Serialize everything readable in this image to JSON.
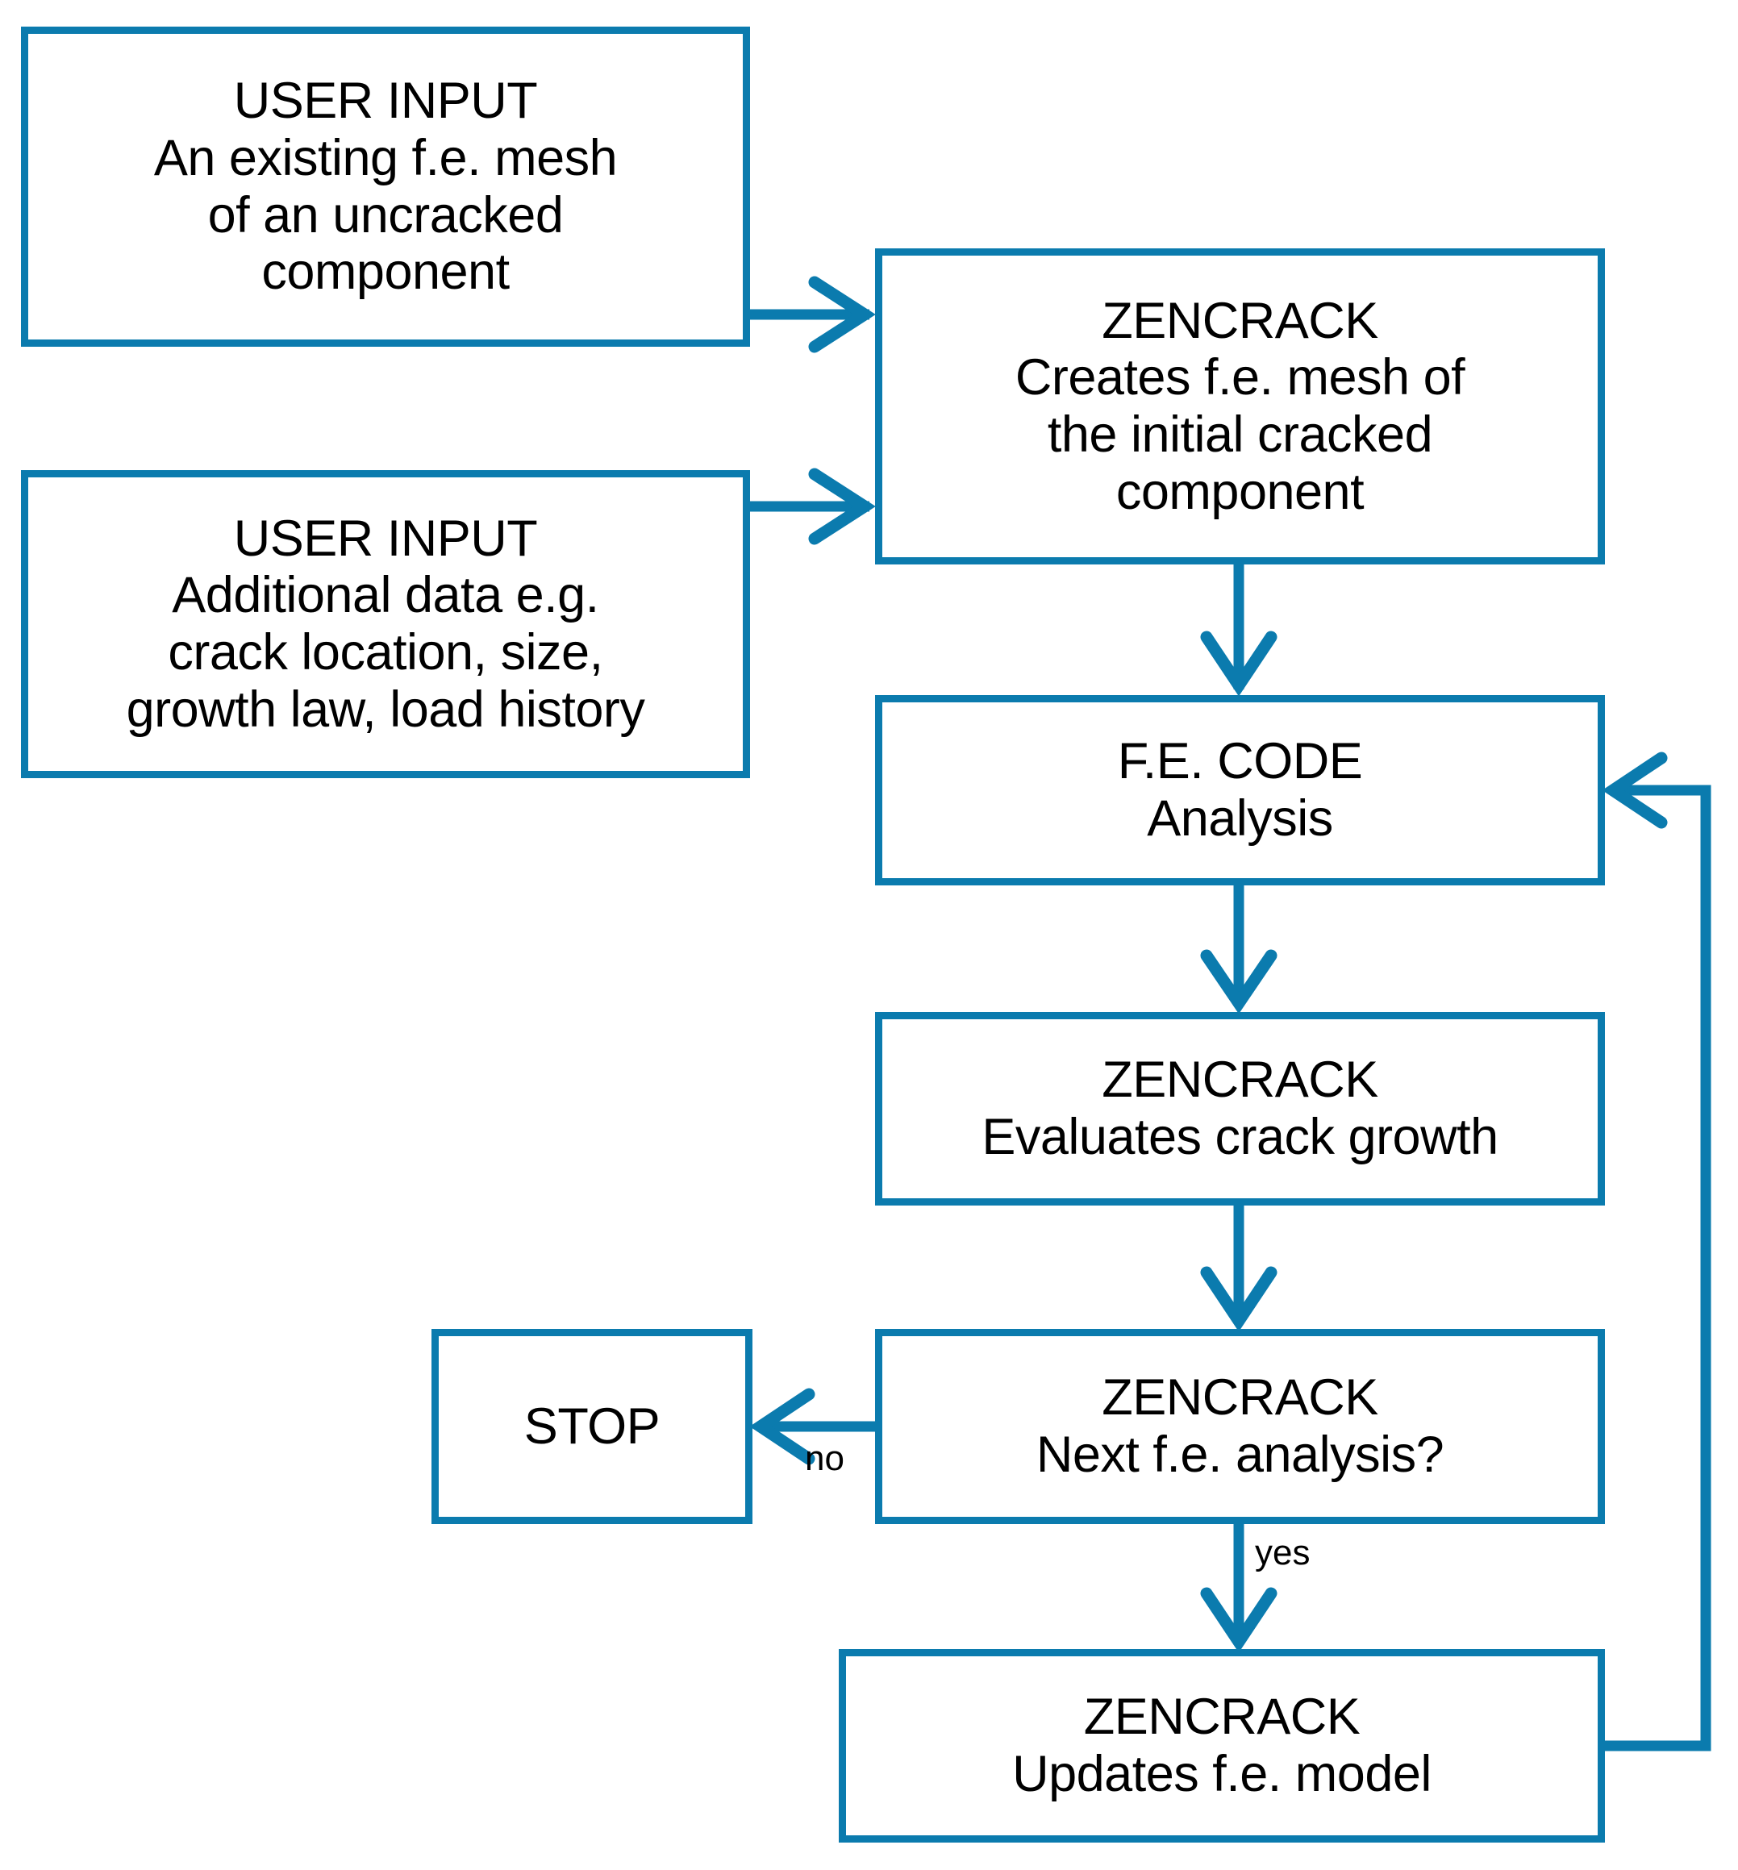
{
  "diagram": {
    "title": "Zencrack crack growth analysis workflow",
    "accent_color": "#0B7BAE",
    "text_color": "#000000",
    "background_color": "#FFFFFF",
    "nodes": [
      {
        "id": "user-input-mesh",
        "lines": [
          "USER INPUT",
          "An existing f.e. mesh",
          "of an uncracked",
          "component"
        ],
        "l0": "USER INPUT",
        "l1": "An existing f.e. mesh",
        "l2": "of an uncracked",
        "l3": "component"
      },
      {
        "id": "user-input-additional",
        "lines": [
          "USER INPUT",
          "Additional data e.g.",
          "crack location, size,",
          "growth law, load history"
        ],
        "l0": "USER INPUT",
        "l1": "Additional data e.g.",
        "l2": "crack location, size,",
        "l3": "growth law, load history"
      },
      {
        "id": "zencrack-creates-mesh",
        "lines": [
          "ZENCRACK",
          "Creates f.e. mesh of",
          "the initial cracked",
          "component"
        ],
        "l0": "ZENCRACK",
        "l1": "Creates f.e. mesh of",
        "l2": "the initial cracked",
        "l3": "component"
      },
      {
        "id": "fe-code-analysis",
        "lines": [
          "F.E. CODE",
          "Analysis"
        ],
        "l0": "F.E. CODE",
        "l1": "Analysis"
      },
      {
        "id": "zencrack-evaluates-growth",
        "lines": [
          "ZENCRACK",
          "Evaluates crack growth"
        ],
        "l0": "ZENCRACK",
        "l1": "Evaluates crack growth"
      },
      {
        "id": "zencrack-next-analysis",
        "lines": [
          "ZENCRACK",
          "Next f.e. analysis?"
        ],
        "l0": "ZENCRACK",
        "l1": "Next f.e. analysis?"
      },
      {
        "id": "stop",
        "lines": [
          "STOP"
        ],
        "l0": "STOP"
      },
      {
        "id": "zencrack-updates-model",
        "lines": [
          "ZENCRACK",
          "Updates f.e. model"
        ],
        "l0": "ZENCRACK",
        "l1": "Updates f.e. model"
      }
    ],
    "edge_labels": {
      "no": "no",
      "yes": "yes"
    },
    "edges": [
      {
        "from": "user-input-mesh",
        "to": "zencrack-creates-mesh",
        "label": ""
      },
      {
        "from": "user-input-additional",
        "to": "zencrack-creates-mesh",
        "label": ""
      },
      {
        "from": "zencrack-creates-mesh",
        "to": "fe-code-analysis",
        "label": ""
      },
      {
        "from": "fe-code-analysis",
        "to": "zencrack-evaluates-growth",
        "label": ""
      },
      {
        "from": "zencrack-evaluates-growth",
        "to": "zencrack-next-analysis",
        "label": ""
      },
      {
        "from": "zencrack-next-analysis",
        "to": "stop",
        "label": "no"
      },
      {
        "from": "zencrack-next-analysis",
        "to": "zencrack-updates-model",
        "label": "yes"
      },
      {
        "from": "zencrack-updates-model",
        "to": "fe-code-analysis",
        "label": ""
      }
    ]
  }
}
